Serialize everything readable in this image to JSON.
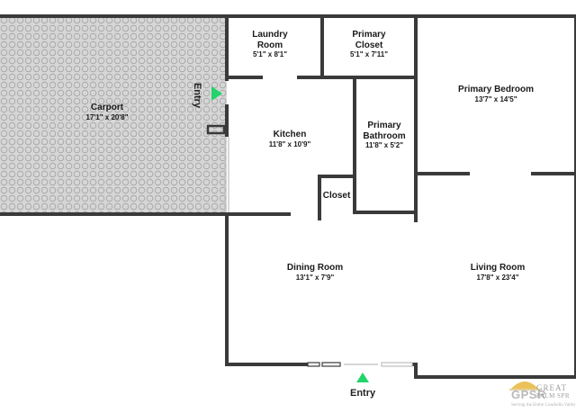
{
  "rooms": {
    "carport": {
      "name": "Carport",
      "dims": "17'1\" x 20'8\""
    },
    "laundry": {
      "name": "Laundry Room",
      "dims": "5'1\" x 8'1\""
    },
    "primary_closet": {
      "name": "Primary Closet",
      "dims": "5'1\" x 7'11\""
    },
    "primary_bedroom": {
      "name": "Primary Bedroom",
      "dims": "13'7\" x 14'5\""
    },
    "kitchen": {
      "name": "Kitchen",
      "dims": "11'8\" x 10'9\""
    },
    "primary_bathroom": {
      "name": "Primary Bathroom",
      "dims": "11'8\" x 5'2\""
    },
    "closet": {
      "name": "Closet"
    },
    "dining_room": {
      "name": "Dining Room",
      "dims": "13'1\" x 7'9\""
    },
    "living_room": {
      "name": "Living Room",
      "dims": "17'8\" x 23'4\""
    }
  },
  "entries": {
    "side": {
      "label": "Entry",
      "marker_color": "#22d46a"
    },
    "front": {
      "label": "Entry",
      "marker_color": "#22d46a"
    }
  },
  "logo": {
    "abbr": "GPSR",
    "line1": "GREAT",
    "line2": "PALM SPR",
    "line3": "Serving the Entire Coachella Valley",
    "accent_color": "#e6b73b"
  },
  "colors": {
    "wall": "#3a3a3a",
    "carport_fill": "#d4d4d4",
    "carport_pattern": "#9c9c9c",
    "window": "#cfcfcf"
  }
}
